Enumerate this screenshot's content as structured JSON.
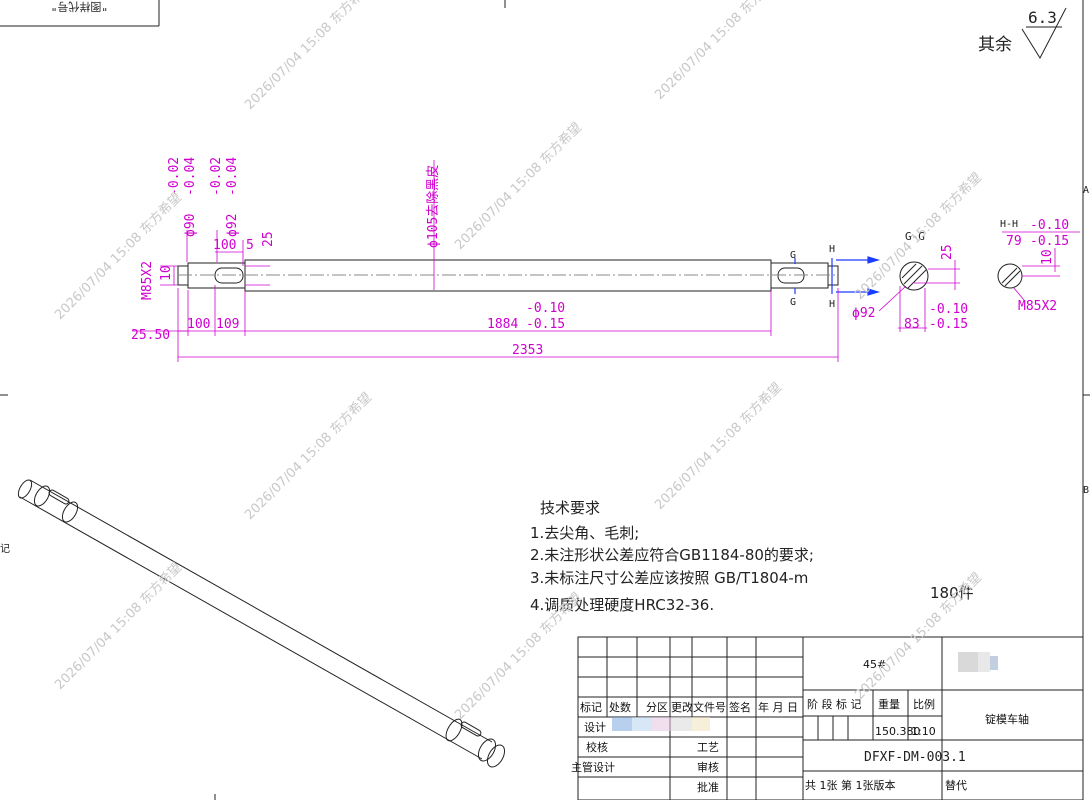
{
  "stamp": "\"图样代号\"",
  "roughness": {
    "label": "其余",
    "value": "6.3"
  },
  "zone_labels": {
    "a": "A",
    "b": "B",
    "side": "记"
  },
  "dims": {
    "m85_left": "M85X2",
    "ten_left": "10",
    "phi90": "ϕ90",
    "phi90_tol_up": "-0.02",
    "phi90_tol_lo": "-0.04",
    "phi92": "ϕ92",
    "phi92_tol_up": "-0.02",
    "phi92_tol_lo": "-0.04",
    "hundred_top": "100",
    "five": "5",
    "twentyfive_top": "25",
    "phi105": "ϕ105去除黑皮",
    "len_25_50": "25.50",
    "len_100": "100",
    "len_109": "109",
    "len_1884": "1884",
    "len_1884_tol_up": "-0.10",
    "len_1884_tol_lo": "-0.15",
    "len_2353": "2353",
    "g": "G",
    "h": "H",
    "gg_title": "G-G",
    "gg_25": "25",
    "gg_phi92": "ϕ92",
    "gg_83": "83",
    "gg_tol_up": "-0.10",
    "gg_tol_lo": "-0.15",
    "hh_title": "H-H",
    "hh_tol_up": "-0.10",
    "hh_79": "79",
    "hh_tol_lo": "-0.15",
    "hh_10": "10",
    "hh_m85": "M85X2"
  },
  "tech": {
    "title": "技术要求",
    "items": [
      "1.去尖角、毛刺;",
      "2.未注形状公差应符合GB1184-80的要求;",
      "3.未标注尺寸公差应该按照 GB/T1804-m",
      "4.调质处理硬度HRC32-36."
    ],
    "quantity": "180件"
  },
  "title_block": {
    "material": "45#",
    "part_name": "锭模车轴",
    "drawing_no": "DFXF-DM-003.1",
    "weight": "150.380",
    "scale": "1:10",
    "headers": {
      "mark": "标记",
      "count": "处数",
      "zone": "分区",
      "change_doc": "更改文件号",
      "sign": "签名",
      "date": "年 月 日",
      "stage": "阶 段 标 记",
      "weight": "重量",
      "scale": "比例"
    },
    "rows": {
      "design": "设计",
      "check": "校核",
      "chief": "主管设计",
      "process": "工艺",
      "review": "审核",
      "approve": "批准"
    },
    "sheet_info": "共 1张 第 1张版本",
    "replace": "替代"
  },
  "watermark": "2026/07/04 15:08 东方希望",
  "colors": {
    "dimension": "#d000d0",
    "outline": "#222222",
    "blue_arrow": "#1a3cff"
  }
}
